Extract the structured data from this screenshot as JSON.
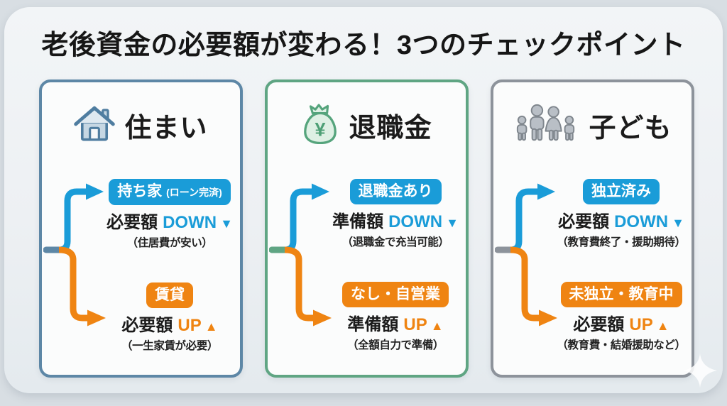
{
  "page": {
    "title": "老後資金の必要額が変わる！3つのチェックポイント"
  },
  "colors": {
    "background": "#d8dee3",
    "panel": "#eef1f3",
    "card_background": "#fbfcfc",
    "down_blue": "#1a9cd8",
    "up_orange": "#ef8412",
    "housing_accent": "#5d87a6",
    "retirement_accent": "#5fa583",
    "children_accent": "#8d939b",
    "text": "#1b1b1b"
  },
  "cards": [
    {
      "id": "housing",
      "icon": "house-icon",
      "title": "住まい",
      "down": {
        "pill": "持ち家",
        "pill_note": "(ローン完済)",
        "label": "必要額",
        "word": "DOWN",
        "tri": "▼",
        "note": "（住居費が安い）"
      },
      "up": {
        "pill": "賃貸",
        "pill_note": "",
        "label": "必要額",
        "word": "UP",
        "tri": "▲",
        "note": "（一生家賃が必要）"
      }
    },
    {
      "id": "retirement",
      "icon": "moneybag-icon",
      "title": "退職金",
      "down": {
        "pill": "退職金あり",
        "pill_note": "",
        "label": "準備額",
        "word": "DOWN",
        "tri": "▼",
        "note": "（退職金で充当可能）"
      },
      "up": {
        "pill": "なし・自営業",
        "pill_note": "",
        "label": "準備額",
        "word": "UP",
        "tri": "▲",
        "note": "（全額自力で準備）"
      }
    },
    {
      "id": "children",
      "icon": "family-icon",
      "title": "子ども",
      "down": {
        "pill": "独立済み",
        "pill_note": "",
        "label": "必要額",
        "word": "DOWN",
        "tri": "▼",
        "note": "（教育費終了・援助期待）"
      },
      "up": {
        "pill": "未独立・教育中",
        "pill_note": "",
        "label": "必要額",
        "word": "UP",
        "tri": "▲",
        "note": "（教育費・結婚援助など）"
      }
    }
  ]
}
